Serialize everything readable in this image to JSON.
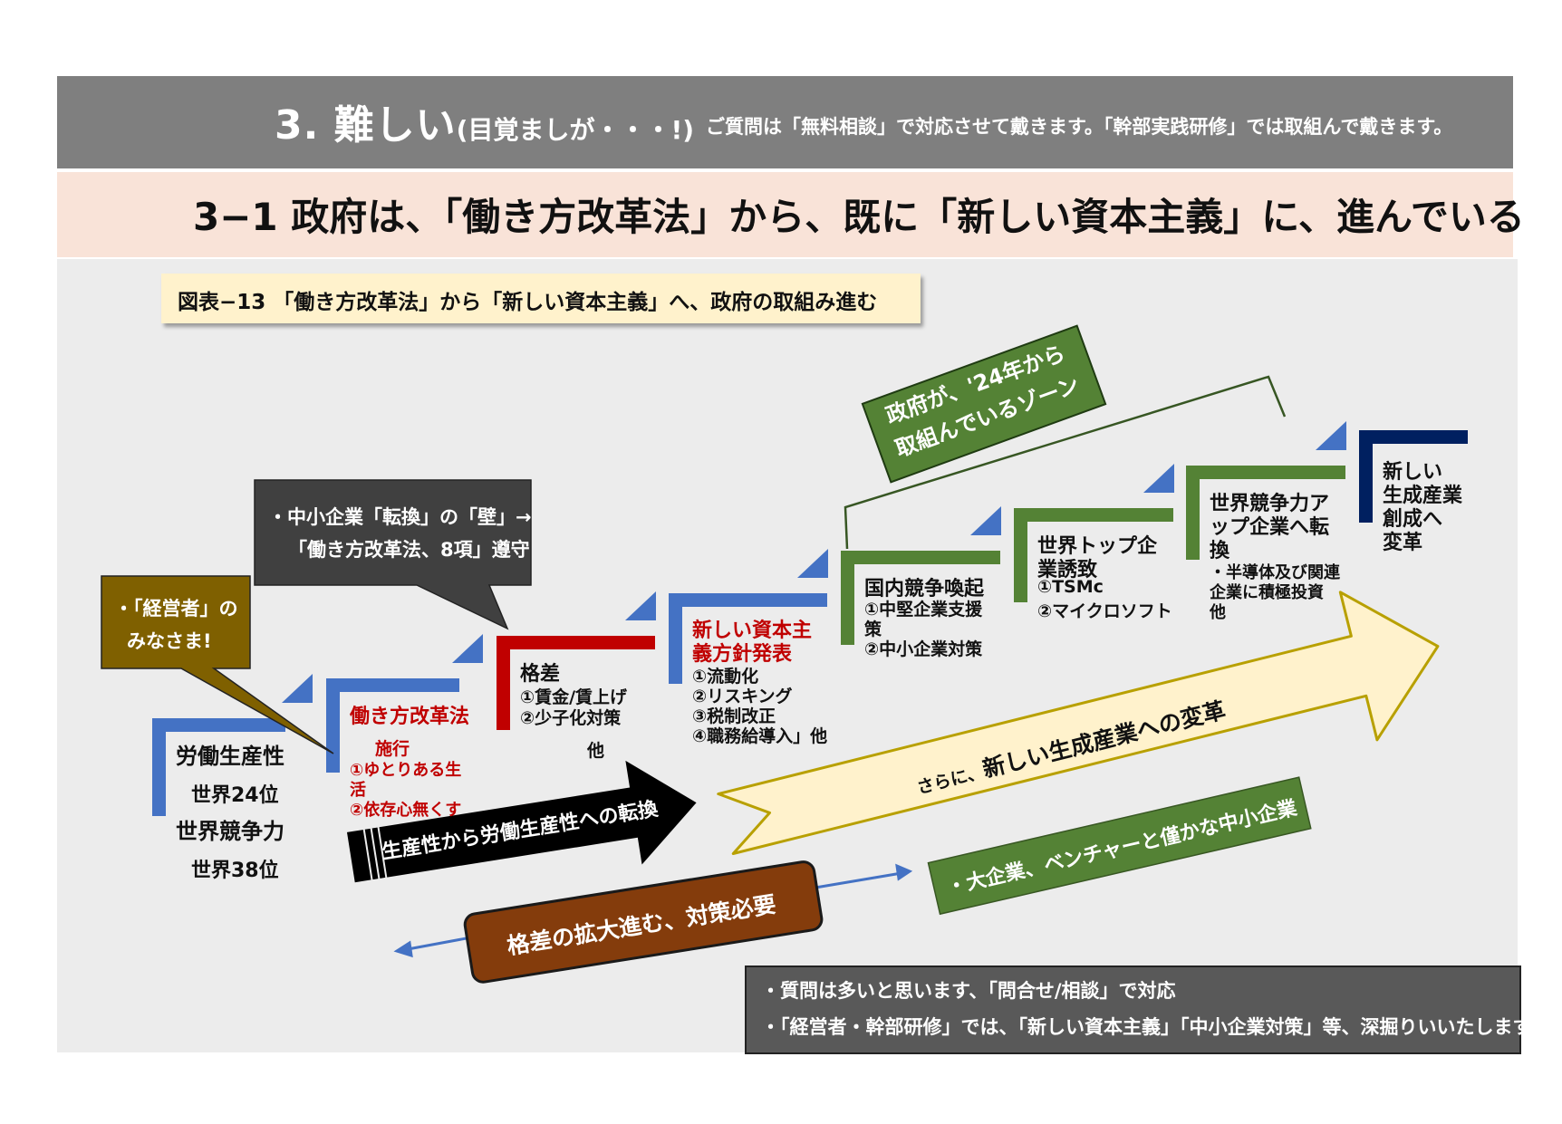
{
  "header": {
    "title": "3.  難しい",
    "title_paren": "(目覚ましが・・・!)",
    "note": "ご質問は「無料相談」で対応させて戴きます。「幹部実践研修」では取組んで戴きます。"
  },
  "subtitle": "3−1  政府は、「働き方改革法」から、既に「新しい資本主義」に、進んでいる",
  "figure_caption": "図表−13 「働き方改革法」から「新しい資本主義」へ、政府の取組み進む",
  "callouts": {
    "owner": [
      "・「経営者」の",
      "みなさま!"
    ],
    "wall": [
      "・中小企業「転換」の「壁」→",
      "「働き方改革法、8項」遵守"
    ]
  },
  "zone_label": [
    "政府が、'24年から",
    "取組んでいるゾーン"
  ],
  "steps": {
    "s1": {
      "title": "労働生産性",
      "rank1": "世界24位",
      "subtitle": "世界競争力",
      "rank2": "世界38位"
    },
    "s2": {
      "title": "働き方改革法",
      "lines": [
        "施行",
        "①ゆとりある生",
        "活",
        "②依存心無くす"
      ]
    },
    "s3": {
      "title": "格差",
      "lines": [
        "①賃金/賃上げ",
        "②少子化対策",
        "他"
      ]
    },
    "s4": {
      "title_lines": [
        "新しい資本主",
        "義方針発表"
      ],
      "lines": [
        "①流動化",
        "②リスキング",
        "③税制改正",
        "④職務給導入」他"
      ]
    },
    "s5": {
      "title": "国内競争喚起",
      "lines": [
        "①中堅企業支援",
        "策",
        "②中小企業対策"
      ]
    },
    "s6": {
      "title_lines": [
        "世界トップ企",
        "業誘致"
      ],
      "lines": [
        "①TSMc",
        "②マイクロソフト"
      ]
    },
    "s7": {
      "title_lines": [
        "世界競争力ア",
        "ップ企業へ転",
        "換"
      ],
      "lines": [
        "・半導体及び関連",
        "企業に積極投資",
        "他"
      ]
    },
    "s8": {
      "title_lines": [
        "新しい",
        "生成産業",
        "創成へ",
        "変革"
      ]
    }
  },
  "arrows": {
    "black": "生産性から労働生産性への転換",
    "yellow_small": "さらに、",
    "yellow_big": "新しい生成産業への変革",
    "green": "・大企業、ベンチャーと僅かな中小企業",
    "brown": "格差の拡大進む、対策必要"
  },
  "info_box": [
    "・質問は多いと思います、「問合せ/相談」で対応",
    "・「経営者・幹部研修」では、「新しい資本主義」「中小企業対策」等、深掘りいいたします。"
  ],
  "colors": {
    "header_bg": "#7f7f7f",
    "subtitle_bg": "#f9e3d8",
    "panel_bg": "#ececec",
    "caption_bg": "#fff2cc",
    "blue": "#4472c4",
    "red": "#c00000",
    "green": "#548235",
    "navy": "#002060",
    "olive": "#7f6000",
    "dark_gray": "#404040",
    "brown": "#843c0c",
    "yellow_arrow": "#fff2cc",
    "green_box": "#548235"
  }
}
